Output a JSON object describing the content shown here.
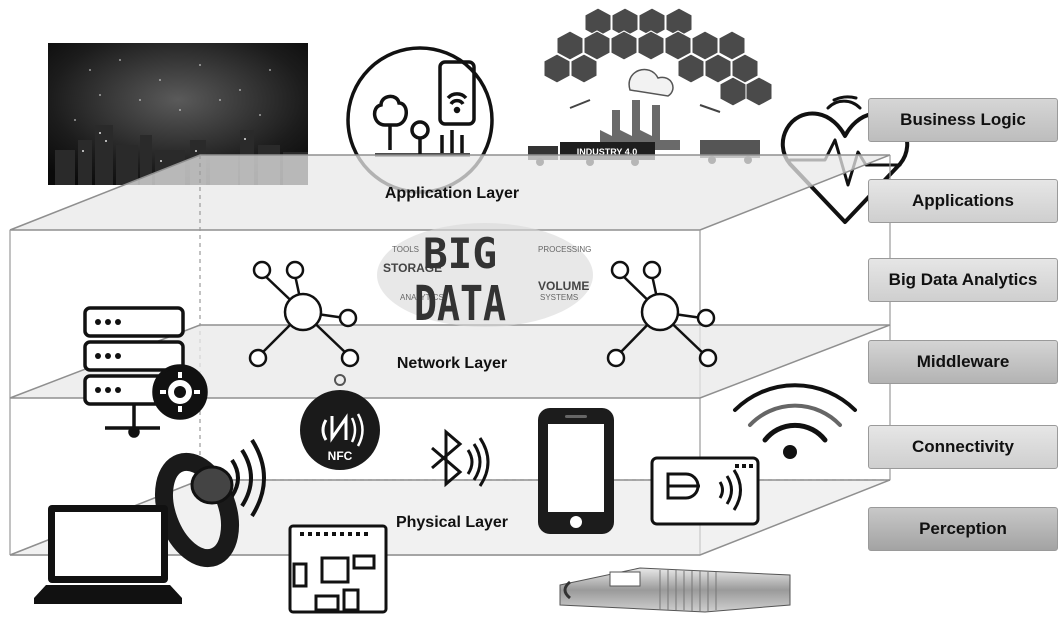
{
  "layers": {
    "application": "Application Layer",
    "network": "Network Layer",
    "physical": "Physical Layer"
  },
  "side_labels": {
    "business_logic": "Business Logic",
    "applications": "Applications",
    "big_data_analytics": "Big Data Analytics",
    "middleware": "Middleware",
    "connectivity": "Connectivity",
    "perception": "Perception"
  },
  "big_data": {
    "word1": "BIG",
    "word2": "DATA",
    "words": [
      "STORAGE",
      "VOLUME",
      "PROCESSING",
      "TOOLS",
      "SYSTEMS",
      "ANALYTICS"
    ]
  },
  "industry_banner": "INDUSTRY 4.0",
  "nfc_label": "NFC",
  "colors": {
    "plane_fill": "#eeeeee",
    "plane_stroke": "#8f8f8f",
    "icon": "#111111",
    "label_bg": "#c4c4c4"
  }
}
